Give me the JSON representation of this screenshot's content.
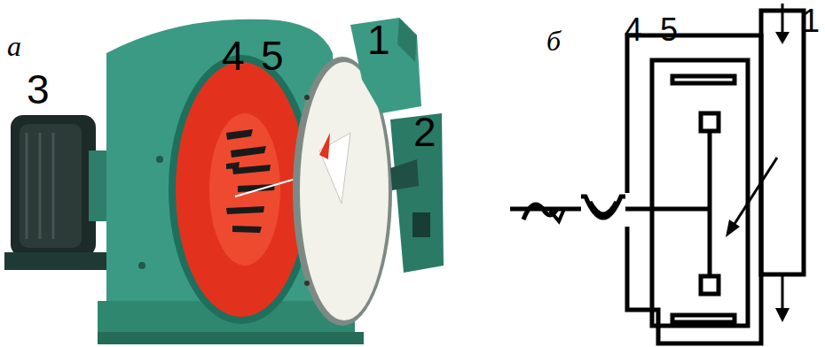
{
  "diagram": {
    "labels": [
      "а",
      "3",
      "4",
      "5",
      "1",
      "2",
      "б",
      "4",
      "5",
      "1"
    ]
  }
}
